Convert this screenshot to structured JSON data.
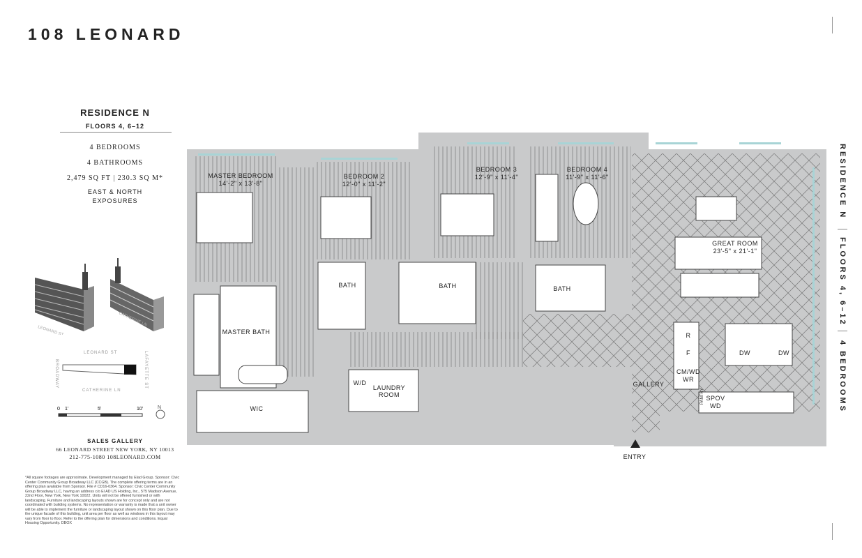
{
  "brand": "108 LEONARD",
  "residence": {
    "title": "RESIDENCE N",
    "floors": "FLOORS 4, 6–12",
    "bedrooms": "4 BEDROOMS",
    "bathrooms": "4 BATHROOMS",
    "area": "2,479 SQ FT | 230.3 SQ M*",
    "exposure_1": "EAST & NORTH",
    "exposure_2": "EXPOSURES"
  },
  "key_plan": {
    "street_top": "LEONARD ST",
    "street_bottom": "CATHERINE LN",
    "street_left": "BROADWAY",
    "street_right": "LAFAYETTE ST",
    "iso_left": "LEONARD ST",
    "iso_right": "CATHERINE LN"
  },
  "scale": {
    "s0": "0",
    "s1": "1'",
    "s5": "5'",
    "s10": "10'",
    "north": "N"
  },
  "sales": {
    "title": "SALES GALLERY",
    "address": "66 LEONARD STREET NEW YORK, NY 10013",
    "contact": "212-775-1080 108LEONARD.COM"
  },
  "disclaimer": "*All square footages are approximate. Development managed by Elad Group. Sponsor: Civic Center Community Group Broadway LLC (CCGB). The complete offering terms are in an offering plan available from Sponsor. File # CD16-0364. Sponsor: Civic Center Community Group Broadway LLC, having an address c/o El AD US Holding, Inc., 575 Madison Avenue, 22nd Floor, New York, New York 10022. Units will not be offered furnished or with landscaping. Furniture and landscaping layouts shown are for concept only and are not coordinated with building systems. No representation or warranty is made that a unit owner will be able to implement the furniture or landscaping layout shown on this floor plan. Due to the unique facade of this building, unit area per floor as well as windows in this layout may vary from floor to floor. Refer to the offering plan for dimensions and conditions. Equal Housing Opportunity. DBOX",
  "rooms": {
    "master_bedroom": "MASTER BEDROOM",
    "master_bedroom_dim": "14'-2\" x 13'-8\"",
    "bedroom2": "BEDROOM 2",
    "bedroom2_dim": "12'-0\" x 11'-2\"",
    "bedroom3": "BEDROOM 3",
    "bedroom3_dim": "12'-9\" x 11'-4\"",
    "bedroom4": "BEDROOM 4",
    "bedroom4_dim": "11'-9\" x 11'-6\"",
    "great_room": "GREAT ROOM",
    "great_room_dim": "23'-5\" x 21'-1\"",
    "bath": "BATH",
    "master_bath": "MASTER BATH",
    "wic": "WIC",
    "wd": "W/D",
    "laundry_1": "LAUNDRY",
    "laundry_2": "ROOM",
    "gallery": "GALLERY",
    "entry": "ENTRY",
    "r": "R",
    "f": "F",
    "cmwd": "CM/WD",
    "wr": "WR",
    "pantry": "PANTRY",
    "spov": "SPOV",
    "wd2": "WD",
    "dw": "DW"
  },
  "side_labels": {
    "residence": "RESIDENCE N",
    "floors": "FLOORS 4, 6–12",
    "bedrooms": "4 BEDROOMS"
  },
  "colors": {
    "wall": "#c9cacb",
    "line": "#444444",
    "window": "#a8d4d6"
  }
}
